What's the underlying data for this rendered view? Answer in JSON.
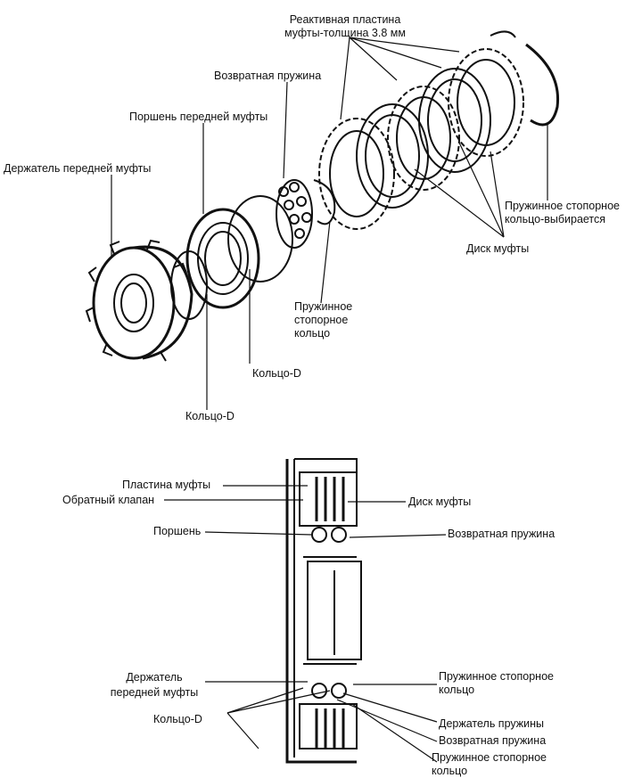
{
  "exploded_view": {
    "reaction_plate": "Реактивная пластина\nмуфты-толщина 3.8 мм",
    "return_spring": "Возвратная пружина",
    "front_piston": "Поршень передней муфты",
    "front_holder": "Держатель передней муфты",
    "snap_ring_selective": "Пружинное стопорное\nкольцо-выбирается",
    "clutch_disc": "Диск муфты",
    "snap_ring": "Пружинное\nстопорное\nкольцо",
    "d_ring_inner": "Кольцо-D",
    "d_ring_outer": "Кольцо-D"
  },
  "section_view": {
    "clutch_plate": "Пластина муфты",
    "check_valve": "Обратный клапан",
    "clutch_disc": "Диск муфты",
    "piston": "Поршень",
    "return_spring_top": "Возвратная пружина",
    "front_holder": "Держатель\nпередней муфты",
    "snap_ring_right": "Пружинное стопорное\nкольцо",
    "d_ring": "Кольцо-D",
    "spring_holder": "Держатель пружины",
    "return_spring_bottom": "Возвратная пружина",
    "snap_ring_bottom": "Пружинное стопорное\nкольцо"
  }
}
